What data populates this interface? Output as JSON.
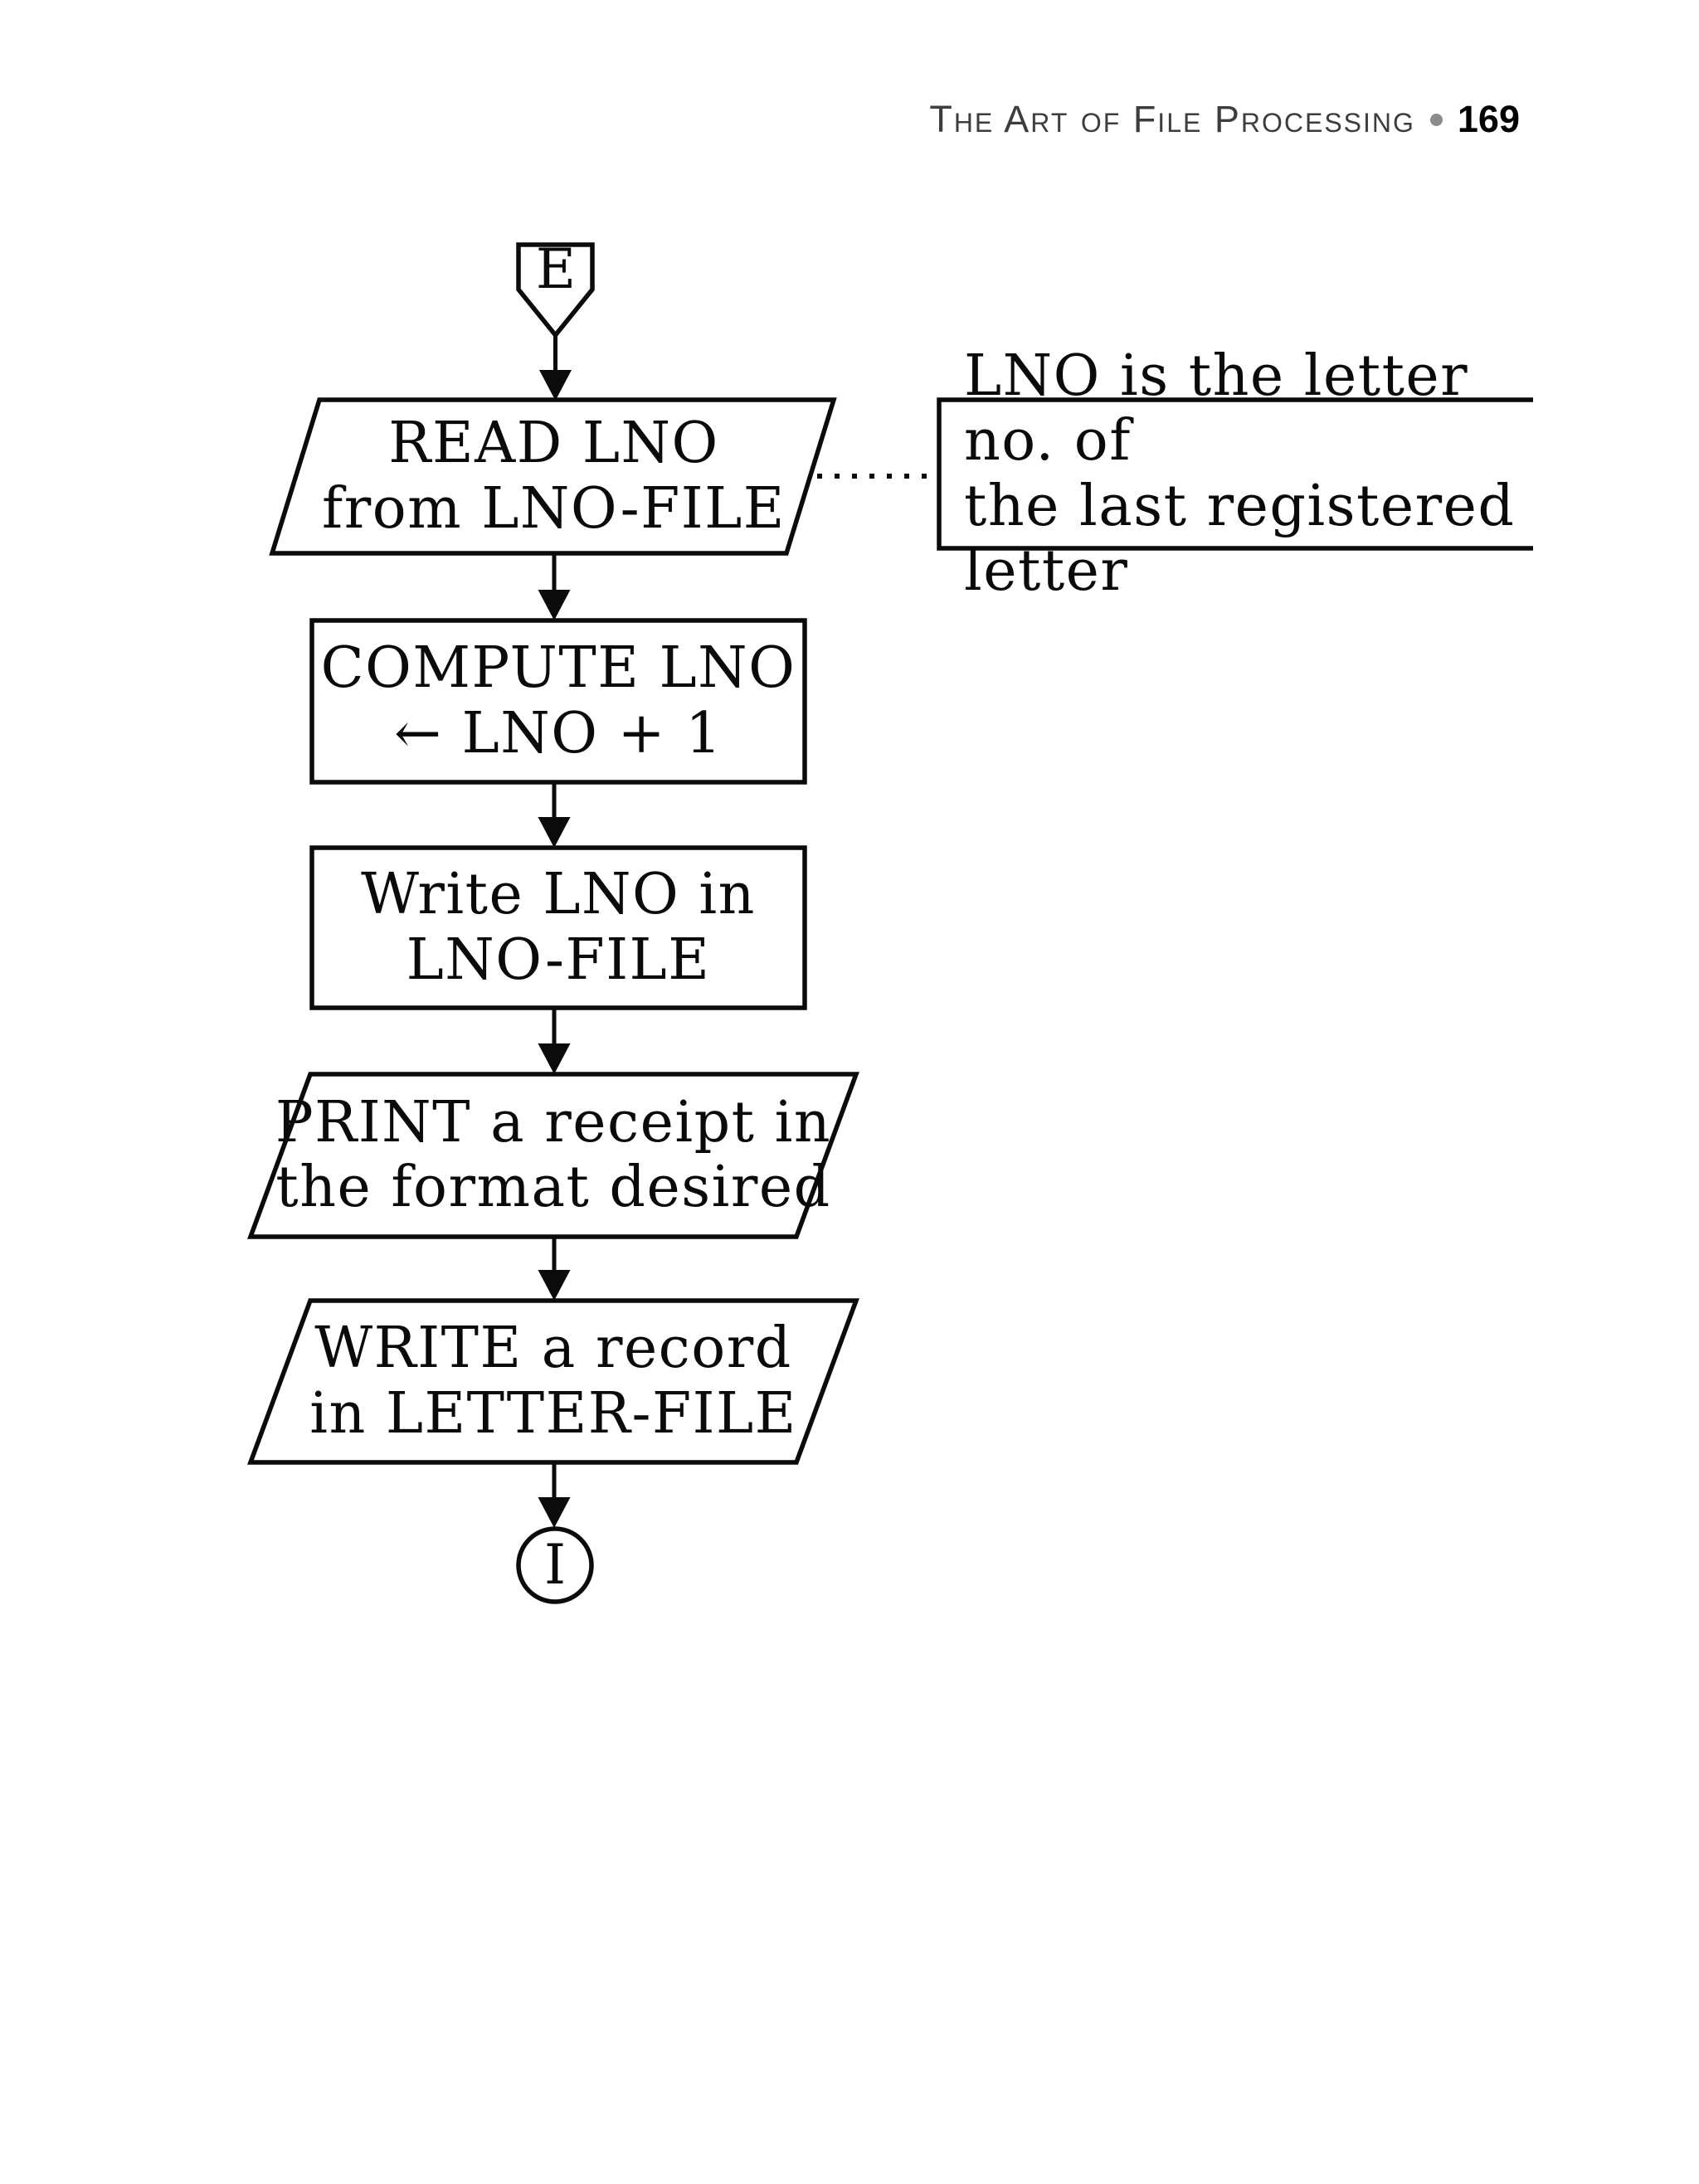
{
  "header": {
    "title": "The Art of File Processing",
    "bullet": "•",
    "page_number": "169"
  },
  "flowchart": {
    "start_connector": {
      "type": "off-page-connector",
      "label": "E"
    },
    "nodes": [
      {
        "id": "read-lno",
        "type": "input-output",
        "label": "READ LNO\nfrom LNO-FILE"
      },
      {
        "id": "compute-lno",
        "type": "process",
        "label": "COMPUTE LNO\n← LNO + 1"
      },
      {
        "id": "write-lno",
        "type": "process",
        "label": "Write LNO in\nLNO-FILE"
      },
      {
        "id": "print-receipt",
        "type": "input-output",
        "label": "PRINT a receipt in\nthe format desired"
      },
      {
        "id": "write-record",
        "type": "input-output",
        "label": "WRITE a record\nin LETTER-FILE"
      }
    ],
    "annotation": {
      "text": "LNO is the letter no. of\nthe last registered letter",
      "attached_to": "read-lno",
      "link_style": "dotted"
    },
    "end_connector": {
      "type": "connector",
      "label": "I"
    }
  },
  "colors": {
    "ink": "#0b0b0b",
    "paper": "#ffffff",
    "header_text": "#3d3d3d",
    "header_bullet": "#8c8c8c"
  }
}
